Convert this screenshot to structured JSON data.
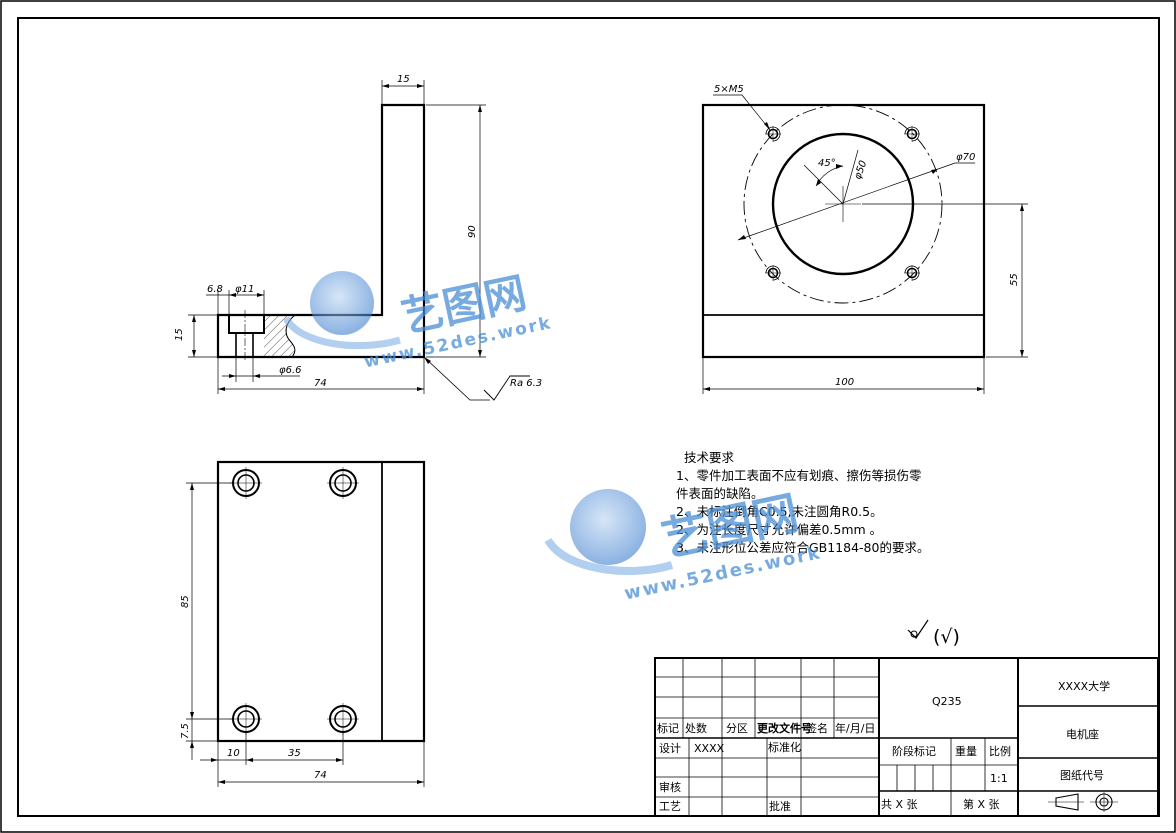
{
  "front_view": {
    "dim_top_width": "15",
    "dim_height": "90",
    "dim_base_height": "15",
    "dim_cbore_depth": "6.8",
    "dim_cbore_dia": "φ11",
    "dim_hole_dia": "φ6.6",
    "dim_length": "74",
    "roughness": "Ra 6.3"
  },
  "side_view": {
    "thread_label": "5×M5",
    "dim_angle": "45°",
    "dim_inner_dia": "φ50",
    "dim_pcd": "φ70",
    "dim_center_height": "55",
    "dim_width": "100"
  },
  "top_view": {
    "dim_hole_spacing_y": "85",
    "dim_edge_y": "7.5",
    "dim_edge_x": "10",
    "dim_hole_spacing_x": "35",
    "dim_length": "74"
  },
  "tech_notes": {
    "title": "技术要求",
    "lines": [
      "1、零件加工表面不应有划痕、擦伤等损伤零",
      "件表面的缺陷。",
      "2、未标注倒角C0.5,未注圆角R0.5。",
      "2、为注长度尺寸允许偏差0.5mm 。",
      "3、未注形位公差应符合GB1184-80的要求。"
    ]
  },
  "general_roughness": "(√)",
  "title_block": {
    "material": "Q235",
    "school": "XXXX大学",
    "part_name": "电机座",
    "drawing_no_label": "图纸代号",
    "stage_mark": "阶段标记",
    "weight": "重量",
    "scale_label": "比例",
    "scale": "1:1",
    "sheets_total": "共  X  张",
    "sheet_no": "第  X  张",
    "mark": "标记",
    "count": "处数",
    "zone": "分区",
    "change_doc": "更改文件号",
    "signature": "签名",
    "date": "年/月/日",
    "design": "设计",
    "designer": "XXXX",
    "standardize": "标准化",
    "review": "审核",
    "process": "工艺",
    "approve": "批准"
  },
  "watermark": {
    "brand": "艺图网",
    "url": "www.52des.work"
  }
}
